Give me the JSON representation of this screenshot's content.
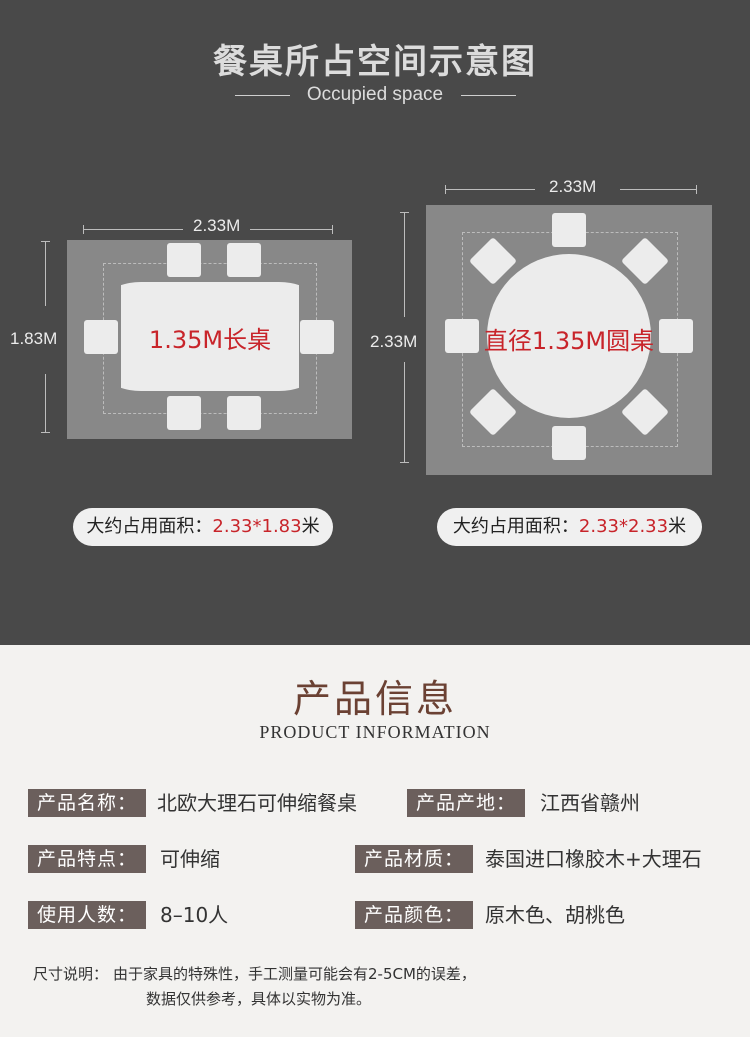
{
  "header": {
    "title": "餐桌所占空间示意图",
    "subtitle": "Occupied space"
  },
  "rect_layout": {
    "width_label": "2.33M",
    "height_label": "1.83M",
    "table_label": "1.35M长桌",
    "area_prefix": "大约占用面积：",
    "area_value": "2.33*1.83",
    "area_unit": "米"
  },
  "round_layout": {
    "width_label": "2.33M",
    "height_label": "2.33M",
    "table_label": "直径1.35M圆桌",
    "area_prefix": "大约占用面积：",
    "area_value": "2.33*2.33",
    "area_unit": "米"
  },
  "info": {
    "title": "产品信息",
    "subtitle": "PRODUCT INFORMATION",
    "rows": [
      [
        {
          "label": "产品名称：",
          "value": "北欧大理石可伸缩餐桌"
        },
        {
          "label": "产品产地：",
          "value": "江西省赣州"
        }
      ],
      [
        {
          "label": "产品特点：",
          "value": "可伸缩"
        },
        {
          "label": "产品材质：",
          "value": "泰国进口橡胶木+大理石"
        }
      ],
      [
        {
          "label": "使用人数：",
          "value": "8–10人"
        },
        {
          "label": "产品颜色：",
          "value": "原木色、胡桃色"
        }
      ]
    ],
    "note_label": "尺寸说明：",
    "note_line1": "由于家具的特殊性，手工测量可能会有2-5CM的误差，",
    "note_line2": "数据仅供参考，具体以实物为准。"
  }
}
